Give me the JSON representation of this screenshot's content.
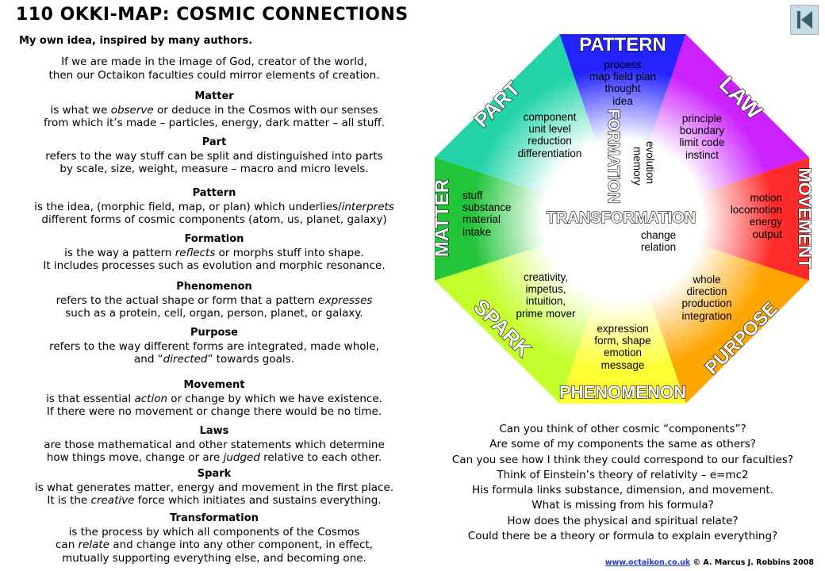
{
  "header": {
    "title": "110 OKKI-MAP: COSMIC CONNECTIONS",
    "subtitle": "My own idea, inspired by many authors."
  },
  "intro": {
    "line1": "If we are made in the image of God, creator of the world,",
    "line2": "then our Octaikon faculties could mirror elements  of creation."
  },
  "definitions": {
    "matter": {
      "term": "Matter",
      "l1a": "is what we ",
      "l1em": "observe",
      "l1b": " or deduce  in the Cosmos  with our senses",
      "l2": "from which it’s made – particles, energy, dark matter  – all stuff."
    },
    "part": {
      "term": "Part",
      "l1": "refers to the way stuff can be split and distinguished  into parts",
      "l2": "by scale, size, weight, measure  – macro and micro levels."
    },
    "pattern": {
      "term": "Pattern",
      "l1a": "is the idea, (morphic field, map, or plan) which underlies/",
      "l1em": "interprets",
      "l2": "different forms of cosmic components  (atom, us, planet, galaxy)"
    },
    "formation": {
      "term": "Formation",
      "l1a": "is the way a pattern ",
      "l1em": "reflects",
      "l1b": " or morphs stuff into shape.",
      "l2": "It includes processes  such as evolution and morphic resonance."
    },
    "phenomenon": {
      "term": "Phenomenon",
      "l1a": "refers to the actual shape or form that a pattern ",
      "l1em": "expresses",
      "l2": "such as a protein, cell, organ, person, planet, or galaxy."
    },
    "purpose": {
      "term": "Purpose",
      "l1": "refers to the way different forms are integrated, made whole,",
      "l2a": "and  “",
      "l2em": "directed",
      "l2b": "” towards goals."
    },
    "movement": {
      "term": "Movement",
      "l1a": "is that essential  ",
      "l1em": "action",
      "l1b": " or change  by which we have existence.",
      "l2": "If there were no movement  or change  there  would be no time."
    },
    "laws": {
      "term": "Laws",
      "l1": "are those  mathematical and  other statements  which determine",
      "l2a": "how things move, change or are ",
      "l2em": "judged",
      "l2b": " relative to each other."
    },
    "spark": {
      "term": "Spark",
      "l1": "is what generates  matter, energy and movement  in the first place.",
      "l2a": "It is the ",
      "l2em": "creative",
      "l2b": " force which initiates and sustains everything."
    },
    "transformation": {
      "term": "Transformation",
      "l1": "is the process  by which all components  of the Cosmos",
      "l2a": "can ",
      "l2em": "relate",
      "l2b": " and change  into any other  component,  in effect,",
      "l3": "mutually supporting everything else, and becoming one."
    }
  },
  "map": {
    "pattern": {
      "label": "PATTERN",
      "lines": [
        "process",
        "map field  plan",
        "thought",
        "idea"
      ]
    },
    "law": {
      "label": "LAW",
      "lines": [
        "principle",
        "boundary",
        "limit  code",
        "instinct"
      ]
    },
    "movement": {
      "label": "MOVEMENT",
      "lines": [
        "motion",
        "locomotion",
        "energy",
        "output"
      ]
    },
    "purpose": {
      "label": "PURPOSE",
      "lines": [
        "whole",
        "direction",
        "production",
        "integration"
      ]
    },
    "phenomenon": {
      "label": "PHENOMENON",
      "lines": [
        "expression",
        "form, shape",
        "emotion",
        "message"
      ]
    },
    "spark": {
      "label": "SPARK",
      "lines": [
        "creativity,",
        "impetus,",
        "intuition,",
        "prime mover"
      ]
    },
    "matter": {
      "label": "MATTER",
      "lines": [
        "stuff",
        "substance",
        "material",
        "intake"
      ]
    },
    "part": {
      "label": "PART",
      "lines": [
        "component",
        "unit  level",
        "reduction",
        "differentiation"
      ]
    },
    "formation": {
      "label": "FORMATION",
      "lines": [
        "evolution",
        "memory"
      ]
    },
    "transformation": {
      "label": "TRANSFORMATION",
      "lines": [
        "change",
        "relation"
      ]
    }
  },
  "questions": [
    "Can you think of other cosmic  “components”?",
    "Are some of my components  the same as others?",
    "Can you see how I think they could correspond to our faculties?",
    "Think of Einstein’s theory of relativity – e=mc2",
    "His formula links substance, dimension, and movement.",
    "What is missing from his formula?",
    "How does the physical and spiritual relate?",
    "Could there  be a theory or formula to explain everything?"
  ],
  "footer": {
    "link": "www.octaikon.co.uk",
    "copyright": " © A. Marcus J. Robbins 2008"
  },
  "icons": {
    "back": "skip-back-icon"
  },
  "colors": {
    "pattern": "#2020ff",
    "law": "#d020ff",
    "movement": "#ff2020",
    "purpose": "#ffa000",
    "phenomenon": "#ffff20",
    "spark": "#c0ff20",
    "matter": "#20c020",
    "part": "#20d0a0"
  }
}
